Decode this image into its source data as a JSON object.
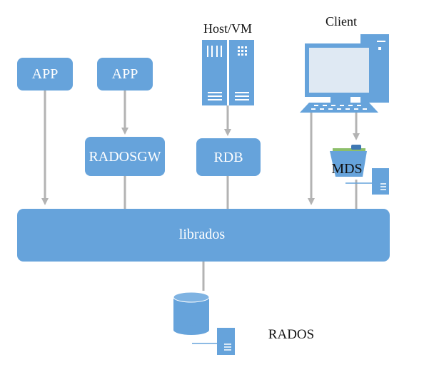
{
  "labels": {
    "app_left": "APP",
    "app_right": "APP",
    "radosgw": "RADOSGW",
    "rdb": "RDB",
    "host_vm": "Host/VM",
    "client": "Client",
    "mds": "MDS",
    "librados": "librados",
    "rados": "RADOS"
  },
  "colors": {
    "box_fill": "#66a3db",
    "arrow": "#b3b3b3",
    "server_fill": "#5e9bd6",
    "server_dark": "#3f78b3",
    "folder_green": "#8dbf6a"
  },
  "icons": {
    "host": "server-rack-icon",
    "client": "desktop-computer-icon",
    "mds": "folder-server-icon",
    "rados": "database-server-icon"
  }
}
